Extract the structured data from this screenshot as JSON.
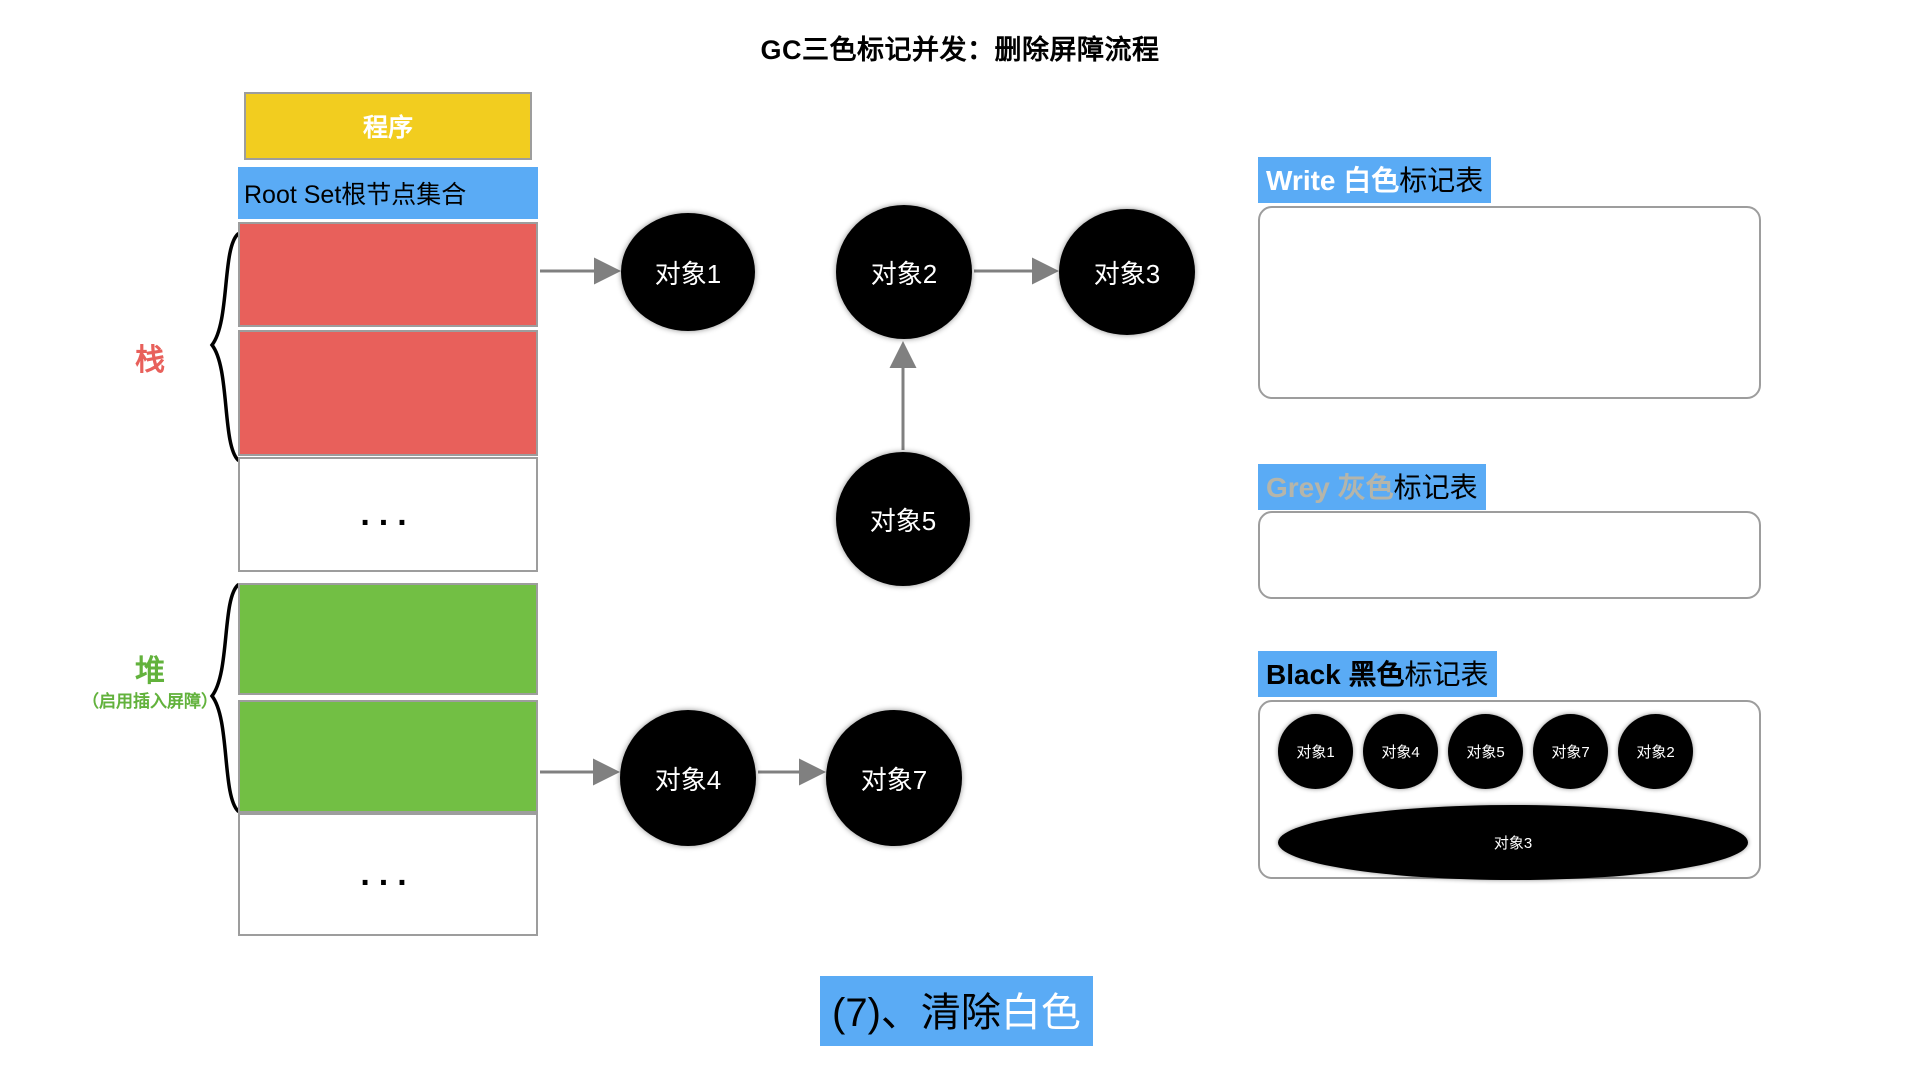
{
  "title": "GC三色标记并发：删除屏障流程",
  "memory": {
    "program_label": "程序",
    "rootset_label": "Root Set根节点集合",
    "ellipsis": "...",
    "stack": {
      "label": "栈",
      "color": "#e8605b",
      "cell_count": 2
    },
    "heap": {
      "label": "堆",
      "sublabel": "（启用插入屏障）",
      "color": "#62b23c",
      "cell_count": 2
    }
  },
  "graph": {
    "nodes": [
      {
        "id": "obj1",
        "label": "对象1"
      },
      {
        "id": "obj2",
        "label": "对象2"
      },
      {
        "id": "obj3",
        "label": "对象3"
      },
      {
        "id": "obj5",
        "label": "对象5"
      },
      {
        "id": "obj4",
        "label": "对象4"
      },
      {
        "id": "obj7",
        "label": "对象7"
      }
    ],
    "edges": [
      {
        "from": "stack-cell-1",
        "to": "obj1"
      },
      {
        "from": "obj2",
        "to": "obj3"
      },
      {
        "from": "obj5",
        "to": "obj2"
      },
      {
        "from": "heap-cell-2",
        "to": "obj4"
      },
      {
        "from": "obj4",
        "to": "obj7"
      }
    ]
  },
  "tables": [
    {
      "id": "white",
      "title_key": "Write",
      "title_color": "白色",
      "title_rest": "标记表",
      "highlight": "#5aabf5",
      "key_color": "#ffffff",
      "objects": []
    },
    {
      "id": "grey",
      "title_key": "Grey",
      "title_color": "灰色",
      "title_rest": "标记表",
      "highlight": "#5aabf5",
      "key_color": "#b5b5aa",
      "objects": []
    },
    {
      "id": "black",
      "title_key": "Black",
      "title_color": "黑色",
      "title_rest": "标记表",
      "highlight": "#5aabf5",
      "key_color": "#000000",
      "objects": [
        "对象1",
        "对象4",
        "对象5",
        "对象7",
        "对象2",
        "对象3"
      ]
    }
  ],
  "caption": {
    "prefix": "(7)、清除",
    "highlight": "白色",
    "highlight_color": "#ffffff",
    "background": "#5aabf5"
  }
}
